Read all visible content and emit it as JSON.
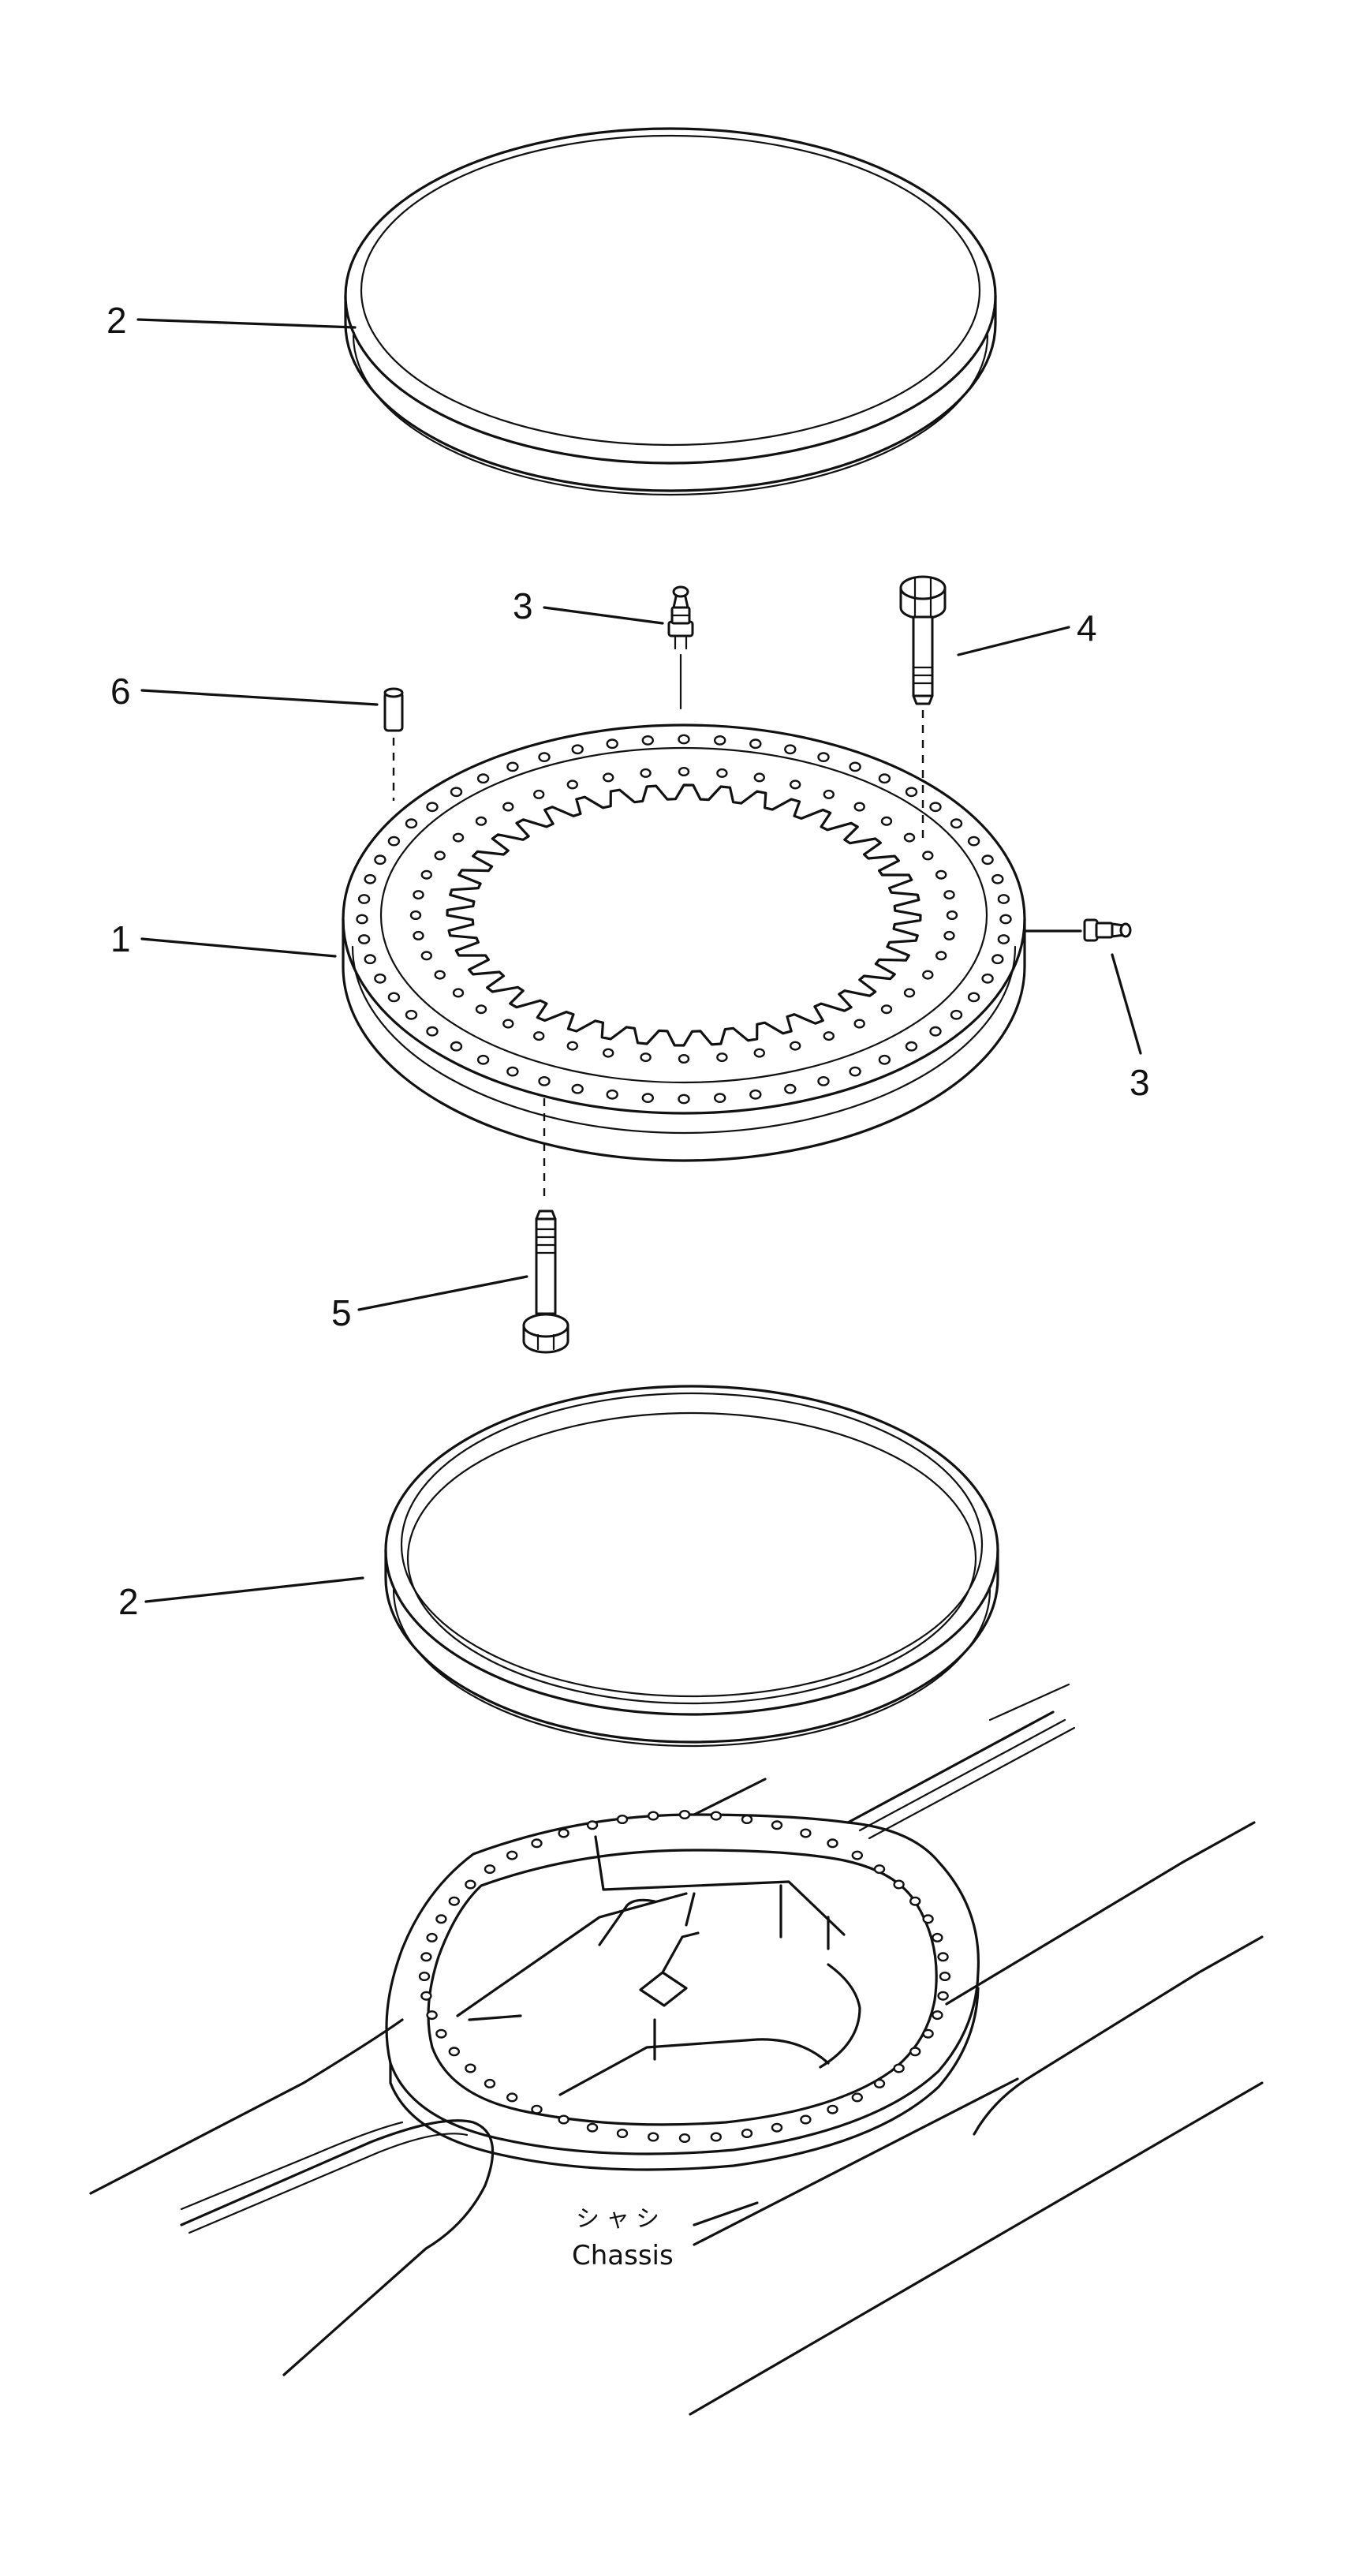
{
  "callouts": {
    "ring_top": "2",
    "grease_top": "3",
    "bolt_upper": "4",
    "pin": "6",
    "bearing": "1",
    "grease_side": "3",
    "bolt_lower": "5",
    "ring_bottom": "2"
  },
  "chassis": {
    "label_jp": "シャシ",
    "label_en": "Chassis"
  }
}
